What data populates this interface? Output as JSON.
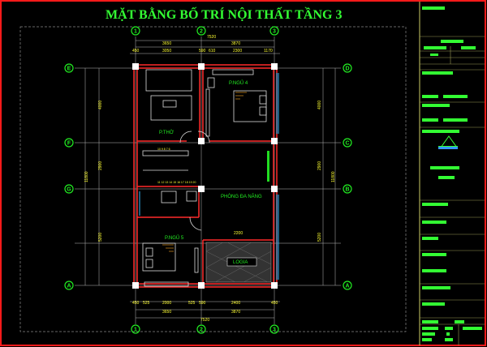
{
  "title": "MẶT BẰNG BỐ TRÍ NỘI THẤT TẦNG 3",
  "grid_axes": {
    "columns": [
      "1",
      "2",
      "3"
    ],
    "rows_left": [
      "E",
      "F",
      "G",
      "A"
    ],
    "rows_right": [
      "D",
      "C",
      "B",
      "A"
    ]
  },
  "rooms": {
    "p_tho": "P.THỜ",
    "p_ngu_4": "P.NGỦ 4",
    "phong_da_nang": "PHÒNG ĐA NĂNG",
    "p_ngu_5": "P.NGỦ 5",
    "logia": "LOGIA"
  },
  "dimensions": {
    "top_total": "7520",
    "top_mid": [
      "3650",
      "3870"
    ],
    "top_detail": [
      "450",
      "3050",
      "590",
      "610",
      "2300",
      "1170"
    ],
    "bottom_detail": [
      "450",
      "525",
      "2000",
      "525",
      "590",
      "2400",
      "450"
    ],
    "bottom_mid": [
      "3650",
      "3870"
    ],
    "bottom_total": "7520",
    "left": [
      "4000",
      "2900",
      "5200"
    ],
    "left_total": "11800",
    "right": [
      "4000",
      "2900",
      "5200"
    ],
    "right_total": "11800",
    "loggia_width": "2200",
    "stair_steps": "11 12 13 14 15 16 17 18 19 20",
    "stair_top": "10 9 8 7 6"
  },
  "colors": {
    "frame": "#ff1a1a",
    "wall": "#ff2a2a",
    "axis": "#22ee22",
    "dimension": "#ffff33",
    "line": "#c8c8c8"
  }
}
